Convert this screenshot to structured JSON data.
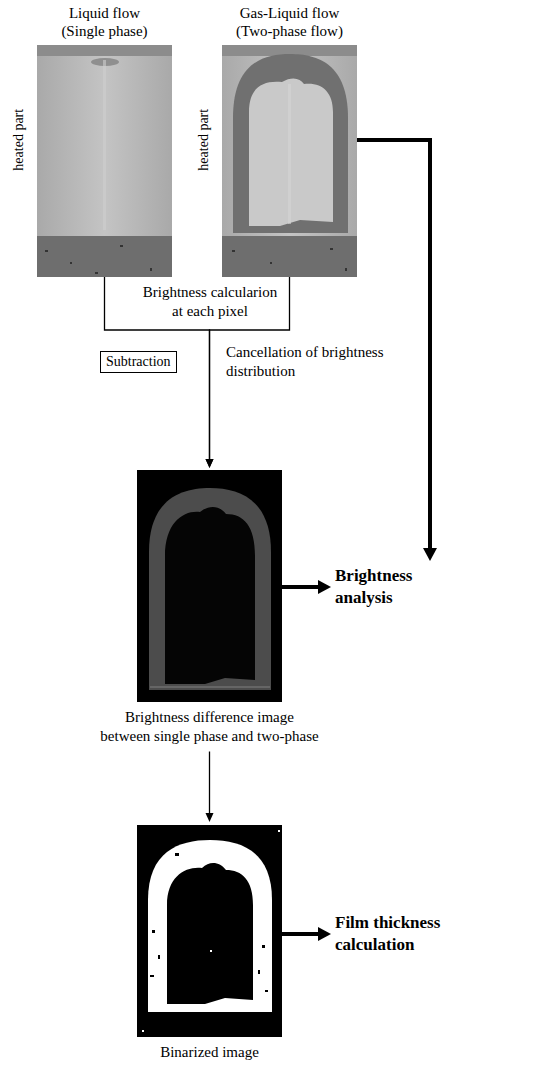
{
  "diagram": {
    "nodes": [
      {
        "text": [
          "Liquid flow (Single phase)",
          "heated part"
        ]
      },
      {
        "text": [
          "Gas-Liquid flow (Two-phase flow)",
          "heated part"
        ]
      },
      {
        "text": [
          "Subtraction"
        ]
      },
      {
        "text": [
          "Brightness difference image between single phase and two-phase"
        ]
      },
      {
        "text": [
          "Brightness analysis"
        ]
      },
      {
        "text": [
          "Binarized image"
        ]
      },
      {
        "text": [
          "Film thickness calculation"
        ]
      }
    ],
    "edges": [
      {
        "from": 0,
        "to": 3,
        "arrow": "to"
      },
      {
        "from": 1,
        "to": 3,
        "arrow": "to"
      },
      {
        "from": 1,
        "to": 4,
        "arrow": "to"
      },
      {
        "from": 3,
        "to": 4,
        "arrow": "to"
      },
      {
        "from": 3,
        "to": 5,
        "arrow": "to"
      },
      {
        "from": 5,
        "to": 6,
        "arrow": "to"
      }
    ],
    "labels": [
      "Brightness calcularion at each pixel",
      "Cancellation of brightness distribution"
    ]
  }
}
